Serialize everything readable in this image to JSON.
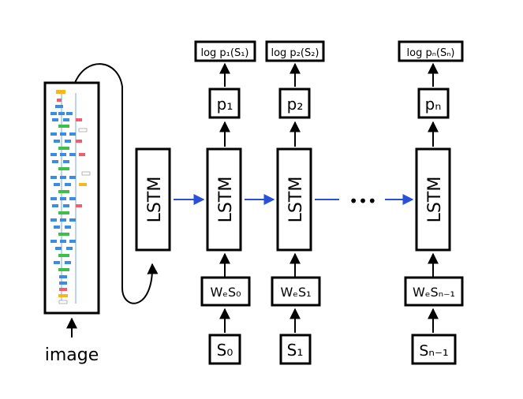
{
  "colors": {
    "flow_arrow": "#2a50d8",
    "stroke": "#000000"
  },
  "input": {
    "image_label": "image"
  },
  "encoder": {
    "lstm_label": "LSTM"
  },
  "steps": [
    {
      "output": "log p₁(S₁)",
      "prob": "p₁",
      "lstm": "LSTM",
      "embed": "WₑS₀",
      "token": "S₀"
    },
    {
      "output": "log p₂(S₂)",
      "prob": "p₂",
      "lstm": "LSTM",
      "embed": "WₑS₁",
      "token": "S₁"
    },
    {
      "output": "log pₙ(Sₙ)",
      "prob": "pₙ",
      "lstm": "LSTM",
      "embed": "WₑSₙ₋₁",
      "token": "Sₙ₋₁"
    }
  ],
  "ellipsis": "•••"
}
